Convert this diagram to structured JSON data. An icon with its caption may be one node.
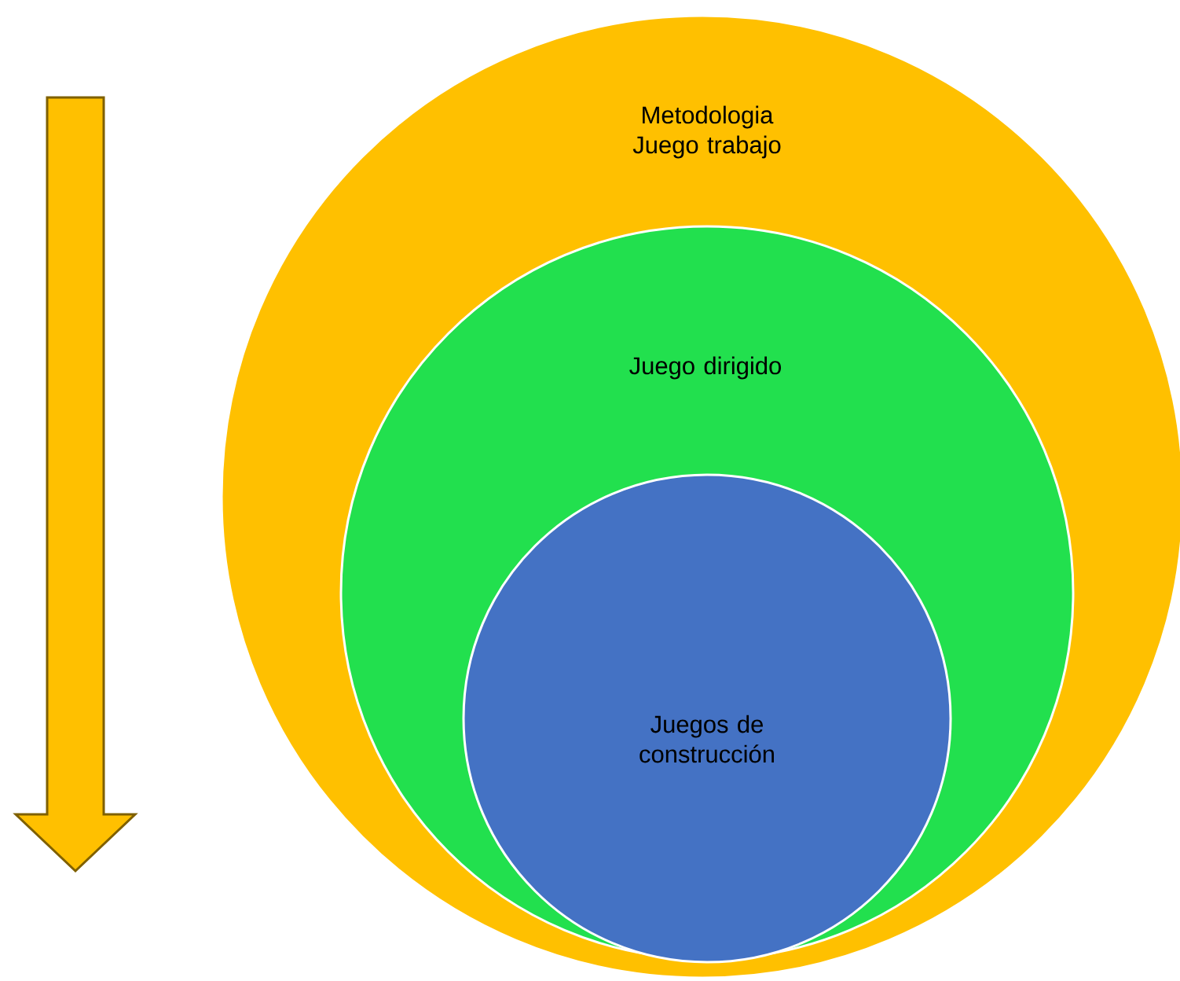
{
  "diagram": {
    "nodes": [
      {
        "text": [
          "Metodologia Juego trabajo"
        ]
      },
      {
        "text": [
          "Juego dirigido"
        ],
        "in": 0
      },
      {
        "text": [
          "Juegos de construcción"
        ],
        "in": 1
      }
    ]
  }
}
